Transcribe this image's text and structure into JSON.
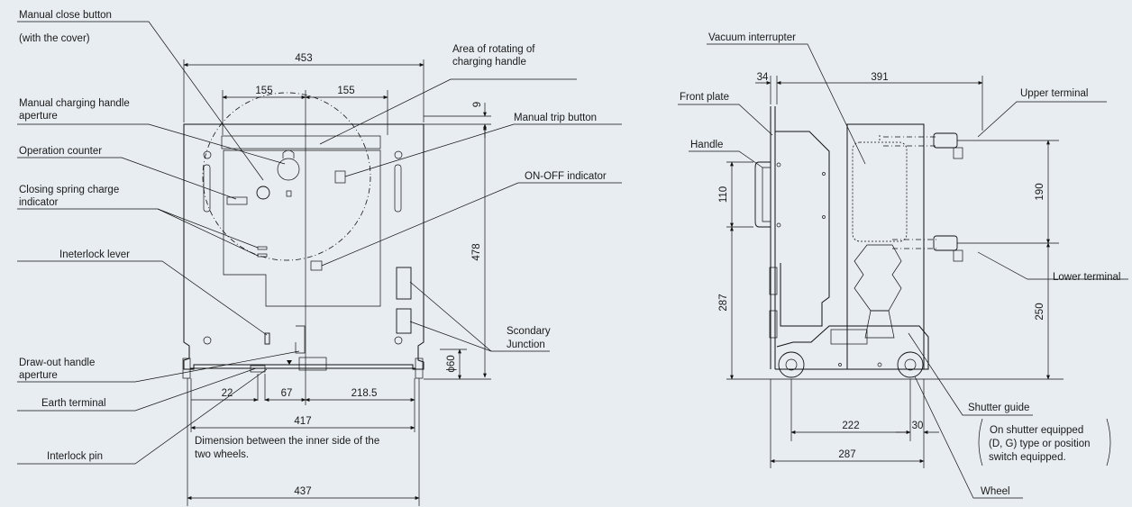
{
  "left_view": {
    "callouts": {
      "manual_close_button": "Manual close button",
      "manual_close_cover": "(with the cover)",
      "charging_handle_area_l1": "Area of rotating of",
      "charging_handle_area_l2": "charging handle",
      "manual_charging_aperture_l1": "Manual charging handle",
      "manual_charging_aperture_l2": "aperture",
      "manual_trip_button": "Manual trip button",
      "operation_counter": "Operation counter",
      "on_off_indicator": "ON-OFF indicator",
      "spring_charge_l1": "Closing spring charge",
      "spring_charge_l2": "indicator",
      "interlock_lever": "Ineterlock lever",
      "secondary_junction_l1": "Scondary",
      "secondary_junction_l2": "Junction",
      "drawout_aperture_l1": "Draw-out handle",
      "drawout_aperture_l2": "aperture",
      "earth_terminal": "Earth terminal",
      "interlock_pin": "Interlock pin",
      "wheel_note_l1": "Dimension between the inner side of the",
      "wheel_note_l2": "two wheels."
    },
    "dims": {
      "overall_width": "453",
      "half_left": "155",
      "half_right": "155",
      "top_gap": "9",
      "height": "478",
      "phi60": "ϕ60",
      "d22": "22",
      "d67": "67",
      "d218": "218.5",
      "d417": "417",
      "d437": "437"
    }
  },
  "right_view": {
    "callouts": {
      "vacuum_interrupter": "Vacuum interrupter",
      "front_plate": "Front plate",
      "upper_terminal": "Upper terminal",
      "handle": "Handle",
      "lower_terminal": "Lower terminal",
      "shutter_guide": "Shutter guide",
      "shutter_note_l1": "On shutter equipped",
      "shutter_note_l2": "(D, G) type or position",
      "shutter_note_l3": "switch equipped.",
      "wheel": "Wheel"
    },
    "dims": {
      "d34": "34",
      "d391": "391",
      "d110": "110",
      "d287v": "287",
      "d190": "190",
      "d250": "250",
      "d222": "222",
      "d30": "30",
      "d287h": "287"
    }
  }
}
